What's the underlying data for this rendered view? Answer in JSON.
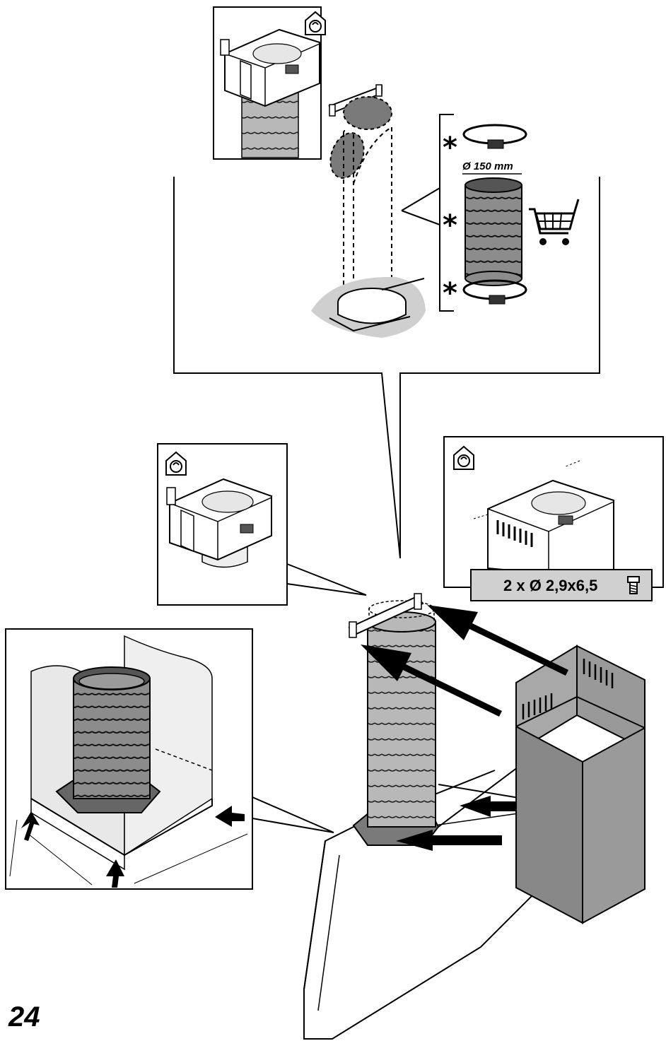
{
  "page": {
    "number": "24"
  },
  "parts_list": {
    "pipe_diameter_label": "Ø 150 mm",
    "optional_marker": "*",
    "markers_count": 3
  },
  "screw_spec": {
    "label": "2 x  Ø 2,9x6,5"
  },
  "icons": [
    "recirculation-house-icon",
    "shopping-cart-icon",
    "screw-icon",
    "direction-arrow-icon"
  ],
  "colors": {
    "stroke": "#000000",
    "fill_gray": "#b5b5b5",
    "fill_dark": "#7a7a7a",
    "fill_light": "#dcdcdc",
    "screw_box": "#d0d0d0"
  }
}
